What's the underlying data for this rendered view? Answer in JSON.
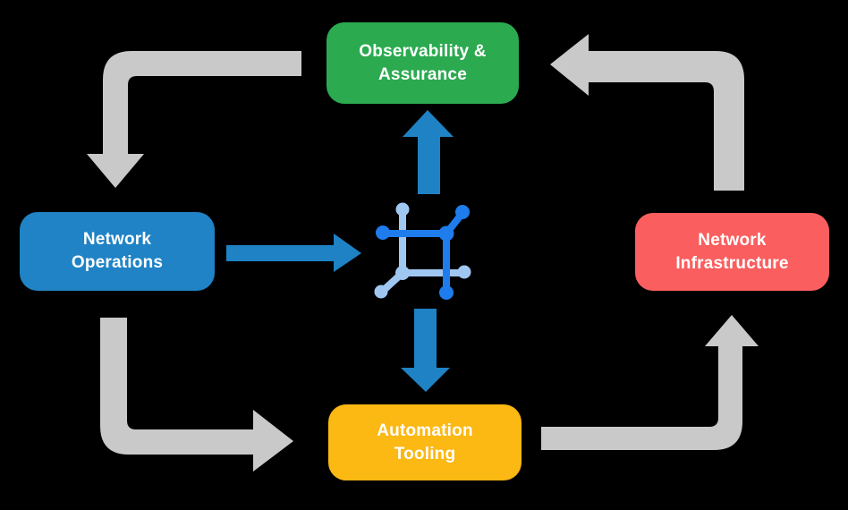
{
  "colors": {
    "background": "#000000",
    "text": "#ffffff",
    "node_observability": "#2baa50",
    "node_operations": "#1f83c5",
    "node_infrastructure": "#fa5e5e",
    "node_automation": "#fcb813",
    "arrow_gray": "#c9c9c9",
    "arrow_blue": "#1e82c4",
    "icon_dark": "#1e7ced",
    "icon_light": "#a0c7f2"
  },
  "diagram": {
    "center_icon": "network-mesh-icon",
    "nodes": [
      {
        "id": "observability",
        "line1": "Observability &",
        "line2": "Assurance"
      },
      {
        "id": "network-operations",
        "line1": "Network",
        "line2": "Operations"
      },
      {
        "id": "network-infrastructure",
        "line1": "Network",
        "line2": "Infrastructure"
      },
      {
        "id": "automation-tooling",
        "line1": "Automation",
        "line2": "Tooling"
      }
    ],
    "arrows": [
      {
        "name": "observability-to-operations",
        "style": "gray",
        "direction": "down"
      },
      {
        "name": "operations-to-automation",
        "style": "gray",
        "direction": "right"
      },
      {
        "name": "automation-to-infrastructure",
        "style": "gray",
        "direction": "up"
      },
      {
        "name": "infrastructure-to-observability",
        "style": "gray",
        "direction": "left"
      },
      {
        "name": "operations-to-center",
        "style": "blue",
        "direction": "right"
      },
      {
        "name": "center-to-observability",
        "style": "blue",
        "direction": "up"
      },
      {
        "name": "center-to-automation",
        "style": "blue",
        "direction": "down"
      }
    ]
  }
}
